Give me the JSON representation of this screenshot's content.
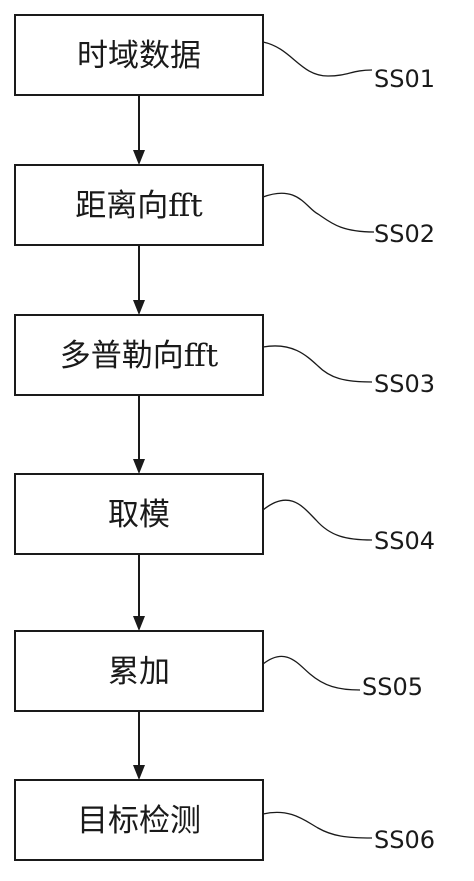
{
  "steps": [
    {
      "label": "时域数据",
      "ref": "SS01"
    },
    {
      "label": "距离向fft",
      "ref": "SS02"
    },
    {
      "label": "多普勒向fft",
      "ref": "SS03"
    },
    {
      "label": "取模",
      "ref": "SS04"
    },
    {
      "label": "累加",
      "ref": "SS05"
    },
    {
      "label": "目标检测",
      "ref": "SS06"
    }
  ]
}
